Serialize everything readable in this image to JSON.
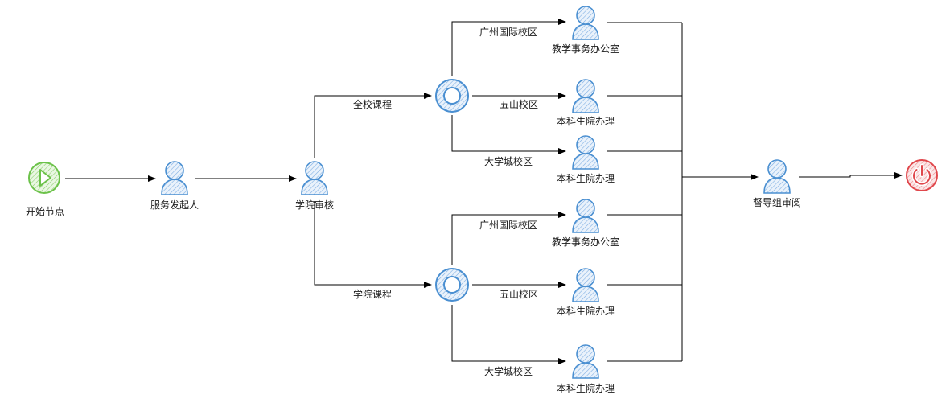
{
  "colors": {
    "user_stroke": "#4a8fd1",
    "user_fill": "#c9dcf2",
    "start_stroke": "#6cc24a",
    "start_fill": "#dff2d5",
    "end_stroke": "#e0474c",
    "end_fill": "#f7d5d6",
    "gateway_stroke": "#4a8fd1",
    "line": "#000000"
  },
  "nodes": {
    "start": "开始节点",
    "initiator": "服务发起人",
    "college_review": "学院审核",
    "supervision_review": "督导组审阅",
    "top_guangzhou_task": "教学事务办公室",
    "top_wushan_task": "本科生院办理",
    "top_daxuecheng_task": "本科生院办理",
    "bottom_guangzhou_task": "教学事务办公室",
    "bottom_wushan_task": "本科生院办理",
    "bottom_daxuecheng_task": "本科生院办理"
  },
  "edges": {
    "all_courses": "全校课程",
    "college_courses": "学院课程",
    "top_guangzhou": "广州国际校区",
    "top_wushan": "五山校区",
    "top_daxuecheng": "大学城校区",
    "bottom_guangzhou": "广州国际校区",
    "bottom_wushan": "五山校区",
    "bottom_daxuecheng": "大学城校区"
  }
}
